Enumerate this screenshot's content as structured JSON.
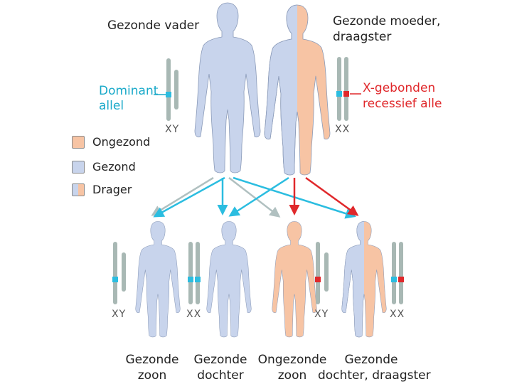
{
  "colors": {
    "healthy": "#c8d4ec",
    "affected": "#f7c4a4",
    "outline": "#8a9ab8",
    "dominant": "#2bbde0",
    "recessive": "#e0282b",
    "chromosome": "#a8b8b4",
    "arrow_gray": "#b0c0c0"
  },
  "parents": {
    "father_label": "Gezonde vader",
    "mother_label_line1": "Gezonde moeder,",
    "mother_label_line2": "draagster",
    "father_chromosomes": "XY",
    "mother_chromosomes": "XX"
  },
  "annotations": {
    "dominant_line1": "Dominant",
    "dominant_line2": "allel",
    "recessive_line1": "X-gebonden",
    "recessive_line2": "recessief alle"
  },
  "legend": [
    {
      "label": "Ongezond",
      "color": "#f7c4a4"
    },
    {
      "label": "Gezond",
      "color": "#c8d4ec"
    },
    {
      "label": "Drager",
      "color": "split"
    }
  ],
  "children": [
    {
      "line1": "Gezonde",
      "line2": "zoon",
      "chromosomes": "XY"
    },
    {
      "line1": "Gezonde",
      "line2": "dochter",
      "chromosomes": "XX"
    },
    {
      "line1": "Ongezonde",
      "line2": "zoon",
      "chromosomes": "XY"
    },
    {
      "line1": "Gezonde",
      "line2": "dochter, draagster",
      "chromosomes": "XX"
    }
  ]
}
